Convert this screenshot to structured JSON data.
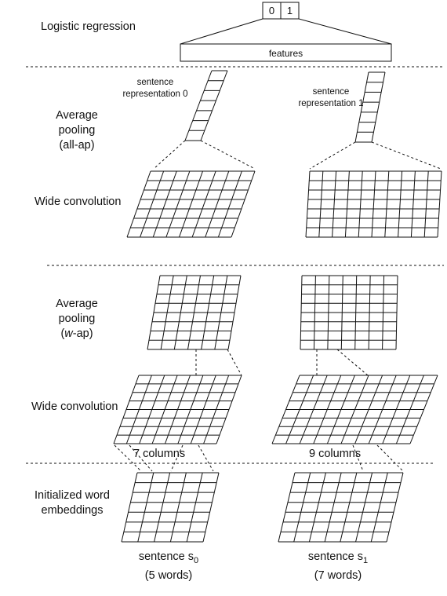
{
  "colors": {
    "line": "#111111",
    "background": "#ffffff"
  },
  "output": {
    "cells": [
      "0",
      "1"
    ],
    "features_label": "features"
  },
  "layers": {
    "logistic": "Logistic regression",
    "avg_pool_all": [
      "Average",
      "pooling",
      "(all-ap)"
    ],
    "wide_conv_top": "Wide convolution",
    "avg_pool_w": [
      "Average",
      "pooling",
      "(",
      "w",
      "-ap)"
    ],
    "wide_conv_bottom": "Wide convolution",
    "word_embeddings": [
      "Initialized word",
      "embeddings"
    ]
  },
  "representations": [
    [
      "sentence",
      "representation 0"
    ],
    [
      "sentence",
      "representation 1"
    ]
  ],
  "column_counts": [
    "7 columns",
    "9 columns"
  ],
  "sentences": [
    {
      "name": "sentence s",
      "subscript": "0",
      "words": "(5 words)"
    },
    {
      "name": "sentence s",
      "subscript": "1",
      "words": "(7 words)"
    }
  ]
}
